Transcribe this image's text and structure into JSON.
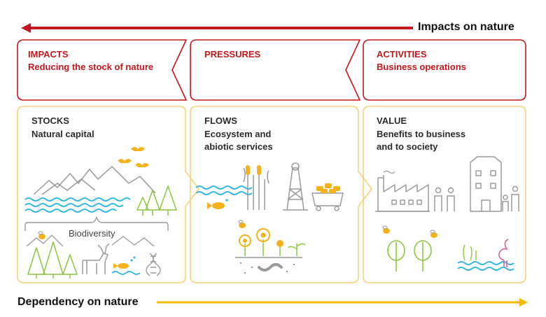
{
  "top_arrow": {
    "label": "Impacts on nature",
    "color": "#c4161c"
  },
  "bottom_arrow": {
    "label": "Dependency on nature",
    "color": "#f5b800"
  },
  "impact_boxes": [
    {
      "title": "IMPACTS",
      "subtitle": "Reducing the stock of nature"
    },
    {
      "title": "PRESSURES",
      "subtitle": ""
    },
    {
      "title": "ACTIVITIES",
      "subtitle": "Business operations"
    }
  ],
  "dependency_boxes": [
    {
      "title": "STOCKS",
      "subtitle": "Natural capital"
    },
    {
      "title": "FLOWS",
      "subtitle_1": "Ecosystem and",
      "subtitle_2": "abiotic services"
    },
    {
      "title": "VALUE",
      "subtitle_1": "Benefits to business",
      "subtitle_2": "and to society"
    }
  ],
  "biodiversity_label": "Biodiversity",
  "colors": {
    "impact_red": "#c4161c",
    "dependency_yellow": "#f5b800",
    "box_outline_yellow": "#f8d27a",
    "icon_gray": "#9a9a9a",
    "water_blue": "#29b5e8",
    "icon_yellow": "#f6b21b",
    "icon_green": "#8cc63f"
  },
  "icons": [
    "mountains-icon",
    "trees-icon",
    "birds-icon",
    "deer-icon",
    "fish-icon",
    "dna-icon",
    "reeds-icon",
    "mine-tower-icon",
    "ore-cart-icon",
    "flowers-icon",
    "bee-icon",
    "worm-icon",
    "factory-icon",
    "family-icon",
    "building-icon",
    "tree-icon",
    "flamingo-icon"
  ]
}
